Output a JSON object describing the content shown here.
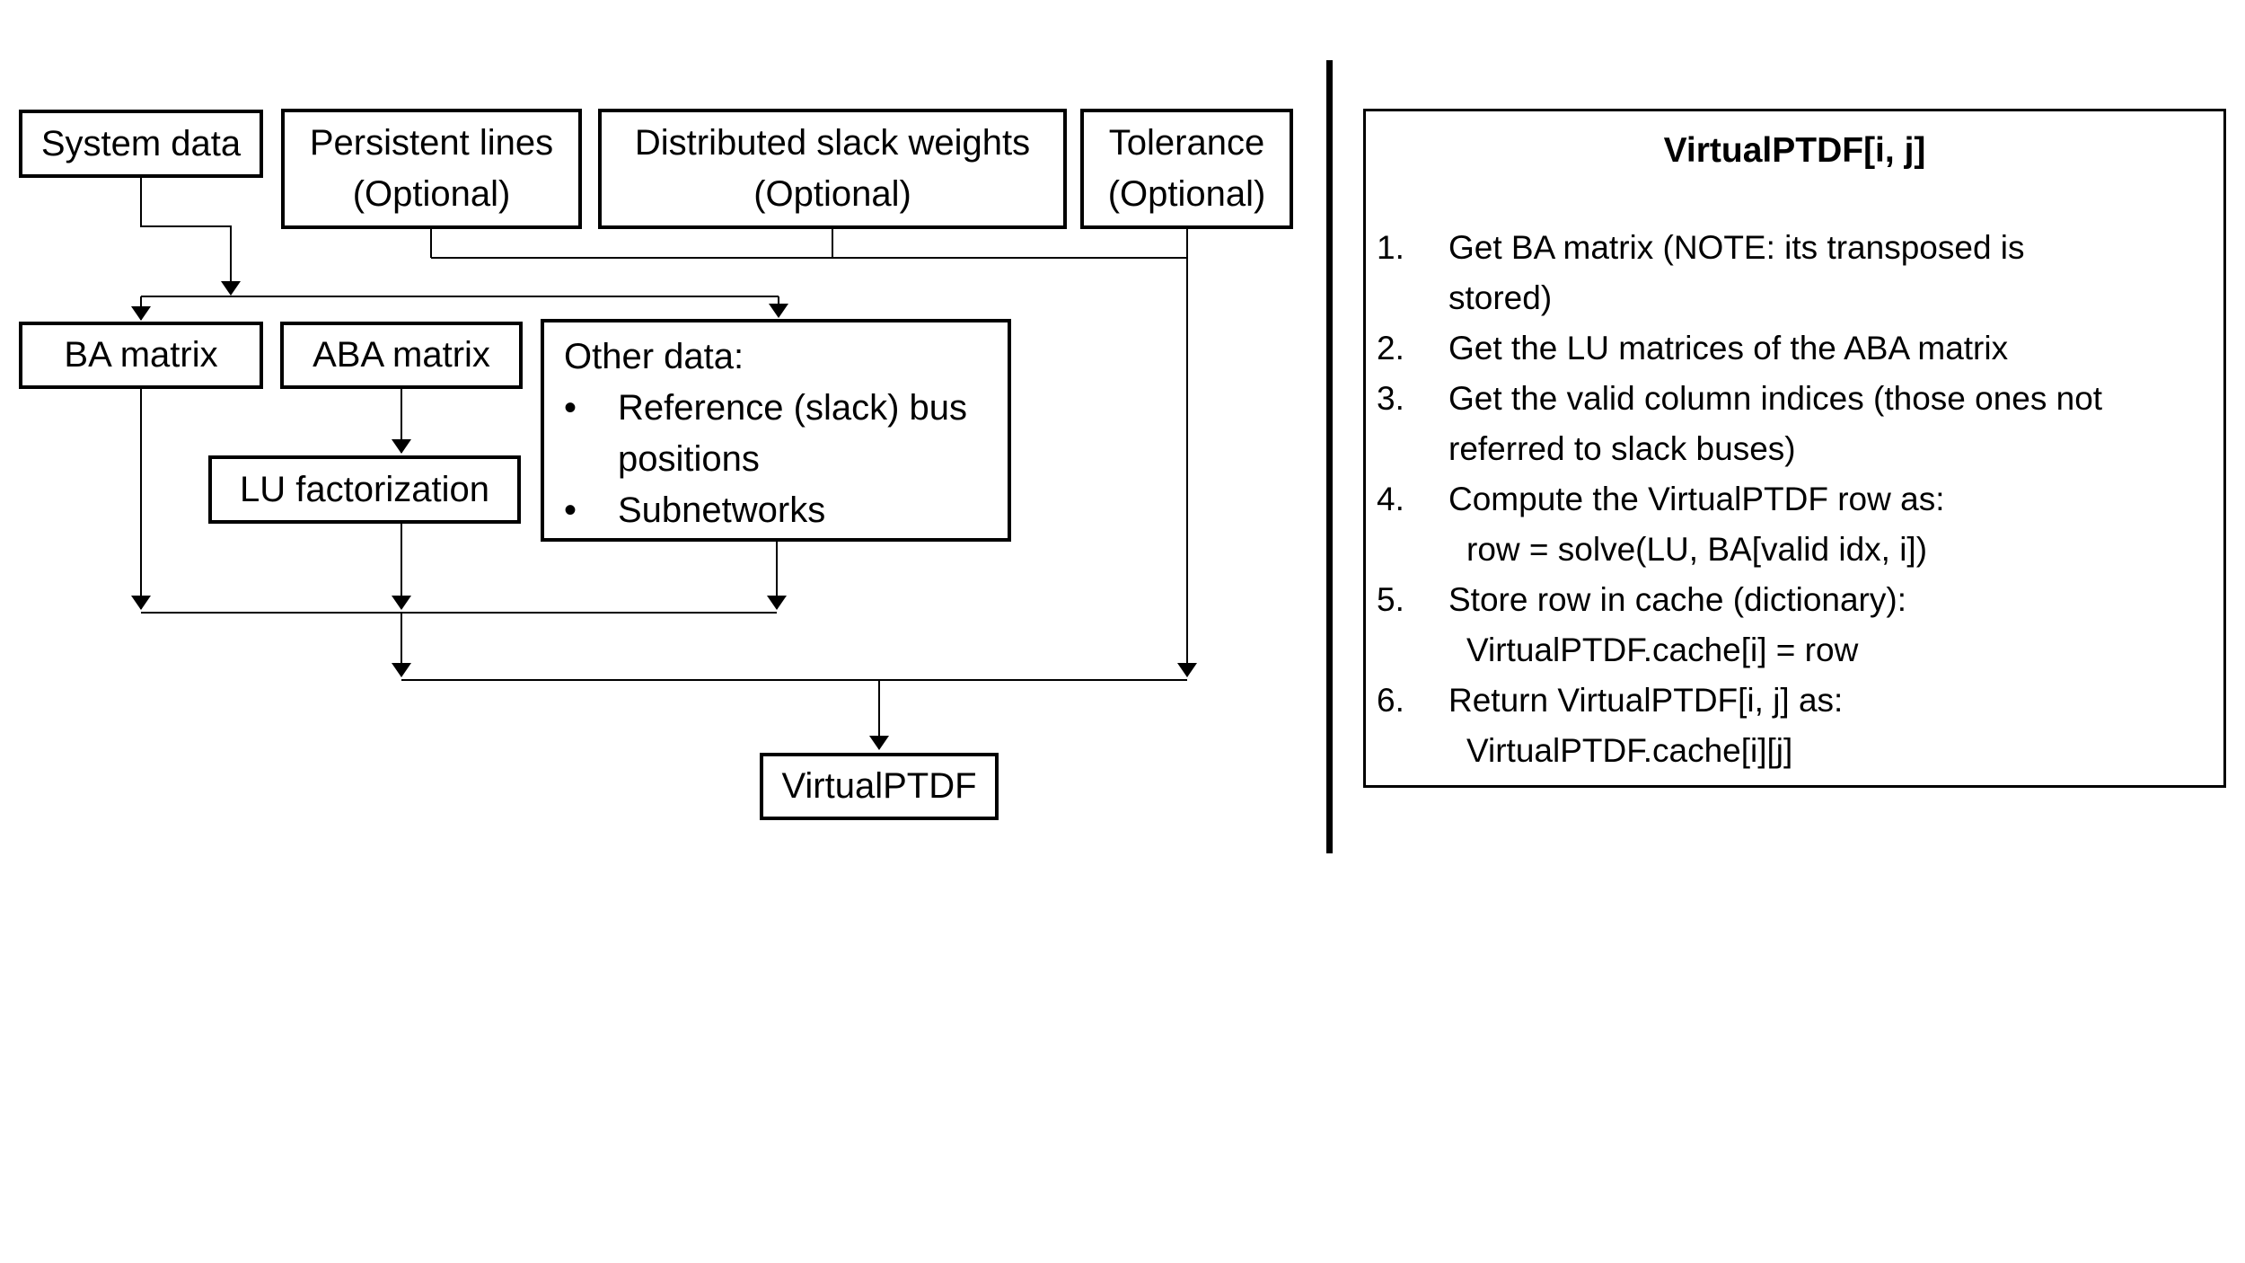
{
  "colors": {
    "stroke": "#000000",
    "background": "#ffffff"
  },
  "flowchart": {
    "nodes": {
      "system_data": {
        "label": "System data"
      },
      "persistent_lines": {
        "line1": "Persistent lines",
        "line2": "(Optional)"
      },
      "distributed_slack": {
        "line1": "Distributed slack weights",
        "line2": "(Optional)"
      },
      "tolerance": {
        "line1": "Tolerance",
        "line2": "(Optional)"
      },
      "ba_matrix": {
        "label": "BA matrix"
      },
      "aba_matrix": {
        "label": "ABA matrix"
      },
      "lu_factorization": {
        "label": "LU factorization"
      },
      "other_data": {
        "title": "Other data:",
        "bullet_char": "•",
        "bullets": [
          "Reference (slack) bus positions",
          "Subnetworks"
        ]
      },
      "virtual_ptdf": {
        "label": "VirtualPTDF"
      }
    }
  },
  "panel": {
    "title": "VirtualPTDF[i, j]",
    "steps": [
      {
        "num": "1.",
        "lines": [
          "Get BA matrix (NOTE: its transposed is",
          "stored)"
        ]
      },
      {
        "num": "2.",
        "lines": [
          "Get the LU matrices of the ABA matrix"
        ]
      },
      {
        "num": "3.",
        "lines": [
          "Get the valid column indices (those ones not",
          "referred to slack buses)"
        ]
      },
      {
        "num": "4.",
        "lines": [
          "Compute the VirtualPTDF row as:",
          "row = solve(LU, BA[valid idx, i])"
        ]
      },
      {
        "num": "5.",
        "lines": [
          "Store row in cache (dictionary):",
          "VirtualPTDF.cache[i] = row"
        ]
      },
      {
        "num": "6.",
        "lines": [
          "Return VirtualPTDF[i, j] as:",
          "VirtualPTDF.cache[i][j]"
        ]
      }
    ]
  }
}
